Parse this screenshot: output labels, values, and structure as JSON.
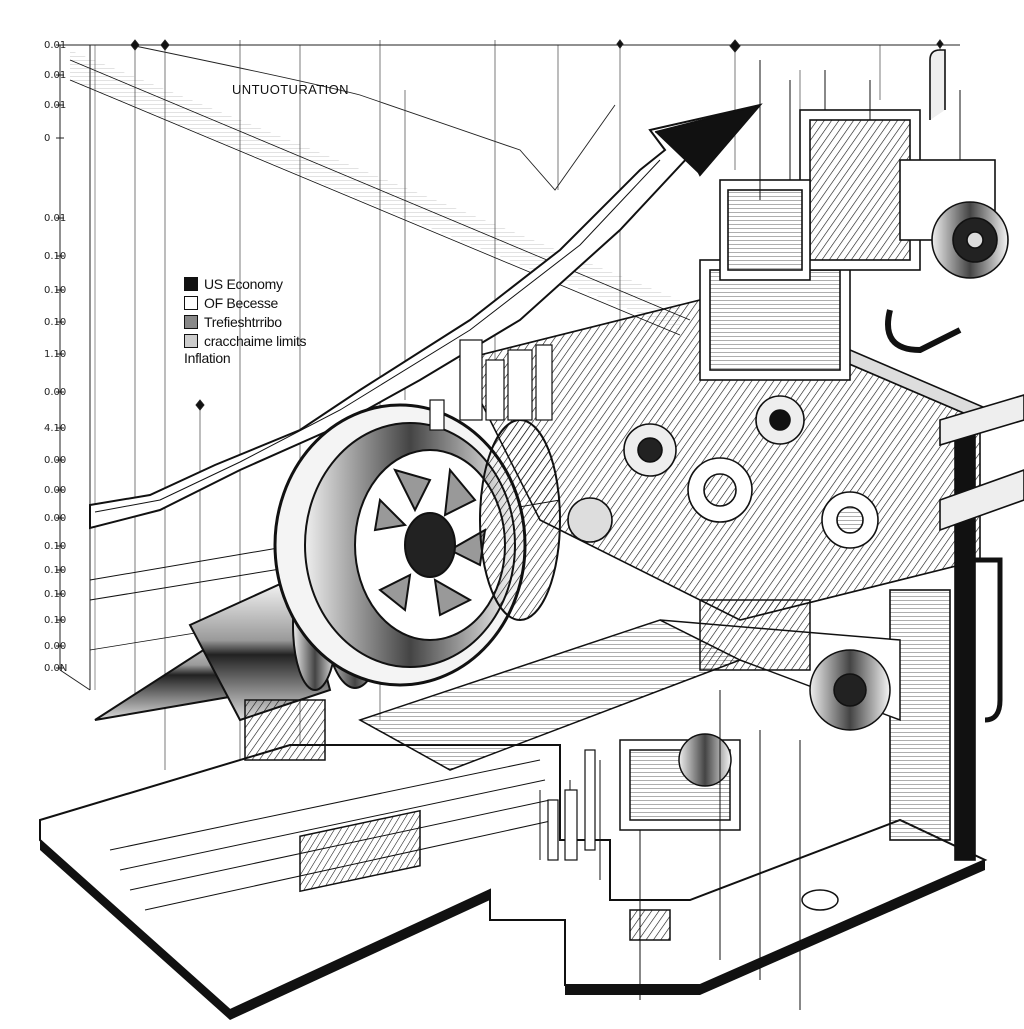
{
  "chart_data": {
    "type": "line",
    "title": "UNTUOTURATION",
    "y_tick_labels": [
      "0.01",
      "0.01",
      "0.01",
      "0",
      "0.01",
      "0.10",
      "0.10",
      "0.10",
      "1.10",
      "0.00",
      "4.10",
      "0.00",
      "0.00",
      "0.00",
      "0.10",
      "0.10",
      "0.10",
      "0.10",
      "0.00",
      "0.0N"
    ],
    "legend": [
      {
        "label": "US Economy",
        "color": "#111111"
      },
      {
        "label": "OF Becesse",
        "color": "#ffffff"
      },
      {
        "label": "Trefieshtrribo",
        "color": "#888888"
      },
      {
        "label": "cracchaime limits",
        "color": "#cccccc"
      }
    ],
    "legend_tail": "Inflation",
    "arrow_direction": "up-right",
    "grid": true
  },
  "colors": {
    "ink": "#111111",
    "paper": "#ffffff",
    "mid_gray": "#888888",
    "light_gray": "#cccccc"
  }
}
